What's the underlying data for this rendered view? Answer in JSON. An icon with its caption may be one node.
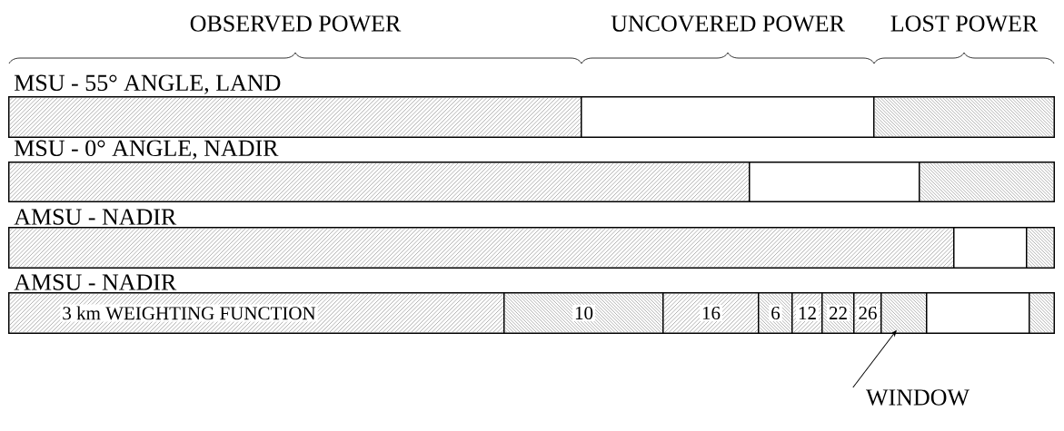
{
  "diagram": {
    "nodes": [
      {
        "text": [
          "MSU - 55° ANGLE, LAND"
        ]
      },
      {
        "text": [],
        "shape": "bar",
        "in": 0
      },
      {
        "text": [],
        "shape": "bar",
        "in": 0
      },
      {
        "text": [],
        "shape": "bar",
        "in": 0
      },
      {
        "text": [
          "MSU - 0° ANGLE, NADIR"
        ]
      },
      {
        "text": [],
        "shape": "bar",
        "in": 4
      },
      {
        "text": [],
        "shape": "bar",
        "in": 4
      },
      {
        "text": [],
        "shape": "bar",
        "in": 4
      },
      {
        "text": [
          "AMSU - NADIR"
        ]
      },
      {
        "text": [],
        "shape": "bar",
        "in": 8
      },
      {
        "text": [],
        "shape": "bar",
        "in": 8
      },
      {
        "text": [],
        "shape": "bar",
        "in": 8
      },
      {
        "text": [
          "AMSU - NADIR"
        ]
      },
      {
        "text": [
          "3 km WEIGHTING FUNCTION"
        ],
        "in": 12
      },
      {
        "text": [
          "10"
        ],
        "in": 12
      },
      {
        "text": [
          "16"
        ],
        "in": 12
      },
      {
        "text": [
          "6"
        ],
        "in": 12
      },
      {
        "text": [
          "12"
        ],
        "in": 12
      },
      {
        "text": [
          "22"
        ],
        "in": 12
      },
      {
        "text": [
          "26"
        ],
        "in": 12
      },
      {
        "text": [],
        "shape": "bar",
        "in": 12
      },
      {
        "text": [],
        "shape": "bar",
        "in": 12
      },
      {
        "text": [],
        "shape": "bar",
        "in": 12
      },
      {
        "text": [
          "WINDOW"
        ]
      }
    ],
    "edges": [
      {
        "from": 23,
        "to": 20,
        "arrow": "to"
      }
    ],
    "labels": [
      "OBSERVED POWER",
      "UNCOVERED POWER",
      "LOST POWER"
    ]
  }
}
